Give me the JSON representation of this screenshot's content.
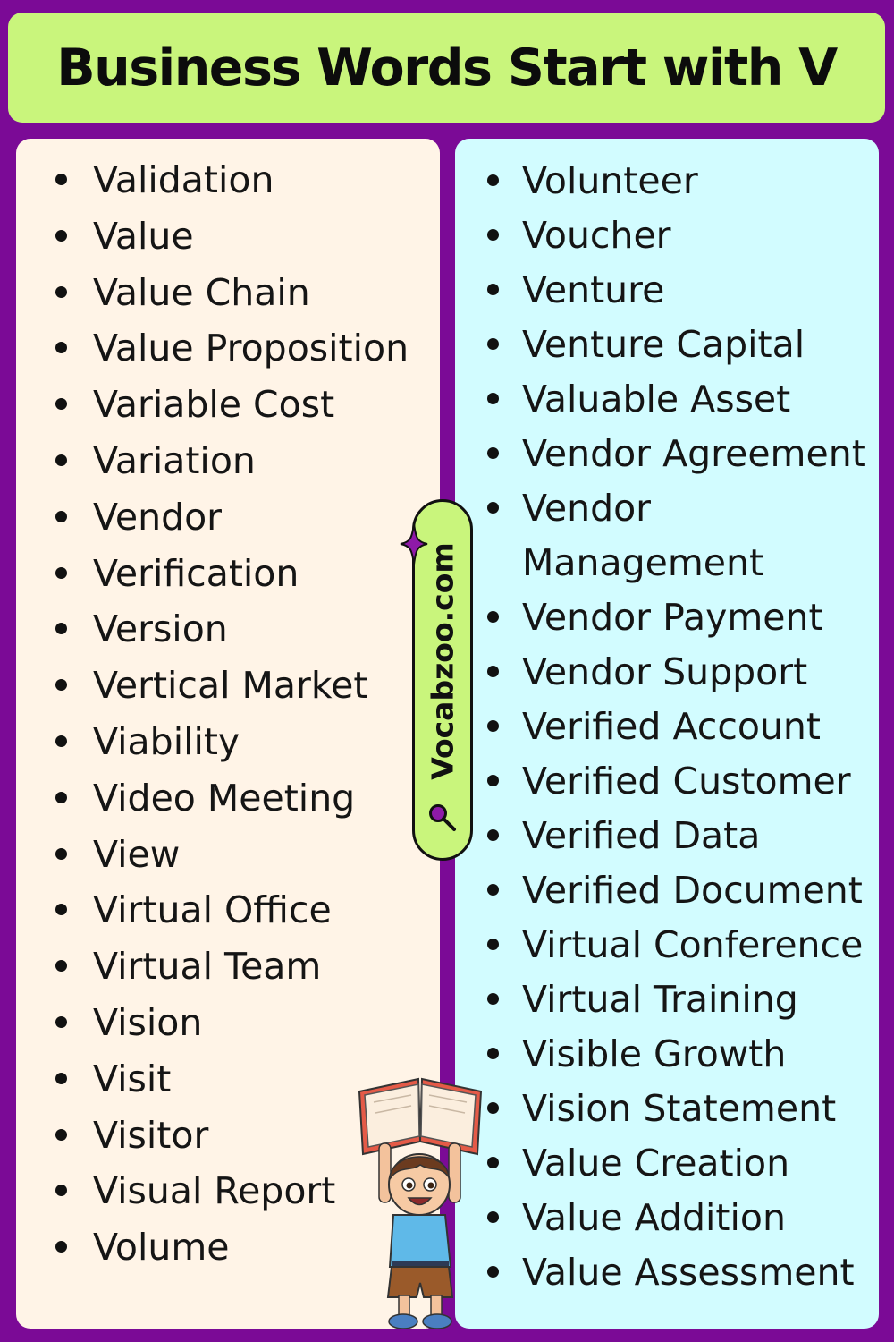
{
  "title": "Business Words Start with V",
  "left_words": [
    "Validation",
    "Value",
    "Value Chain",
    "Value Proposition",
    "Variable Cost",
    "Variation",
    "Vendor",
    "Verification",
    "Version",
    "Vertical Market",
    "Viability",
    "Video Meeting",
    "View",
    "Virtual Office",
    "Virtual Team",
    "Vision",
    "Visit",
    "Visitor",
    "Visual Report",
    "Volume"
  ],
  "right_words": [
    "Volunteer",
    "Voucher",
    "Venture",
    "Venture Capital",
    "Valuable Asset",
    "Vendor Agreement",
    "Vendor Management",
    "Vendor Payment",
    "Vendor Support",
    "Verified Account",
    "Verified Customer",
    "Verified Data",
    "Verified Document",
    "Virtual Conference",
    "Virtual Training",
    "Visible Growth",
    "Vision Statement",
    "Value Creation",
    "Value Addition",
    "Value Assessment"
  ],
  "brand": "Vocabzoo.com",
  "icons": {
    "sparkle": "sparkle-icon",
    "magnifier": "magnifier-icon",
    "illustration": "boy-with-book-illustration"
  },
  "colors": {
    "background": "#7b0a96",
    "title_bg": "#c9f57c",
    "left_panel": "#fff4e7",
    "right_panel": "#d2fcff",
    "accent": "#8e1aa8"
  }
}
